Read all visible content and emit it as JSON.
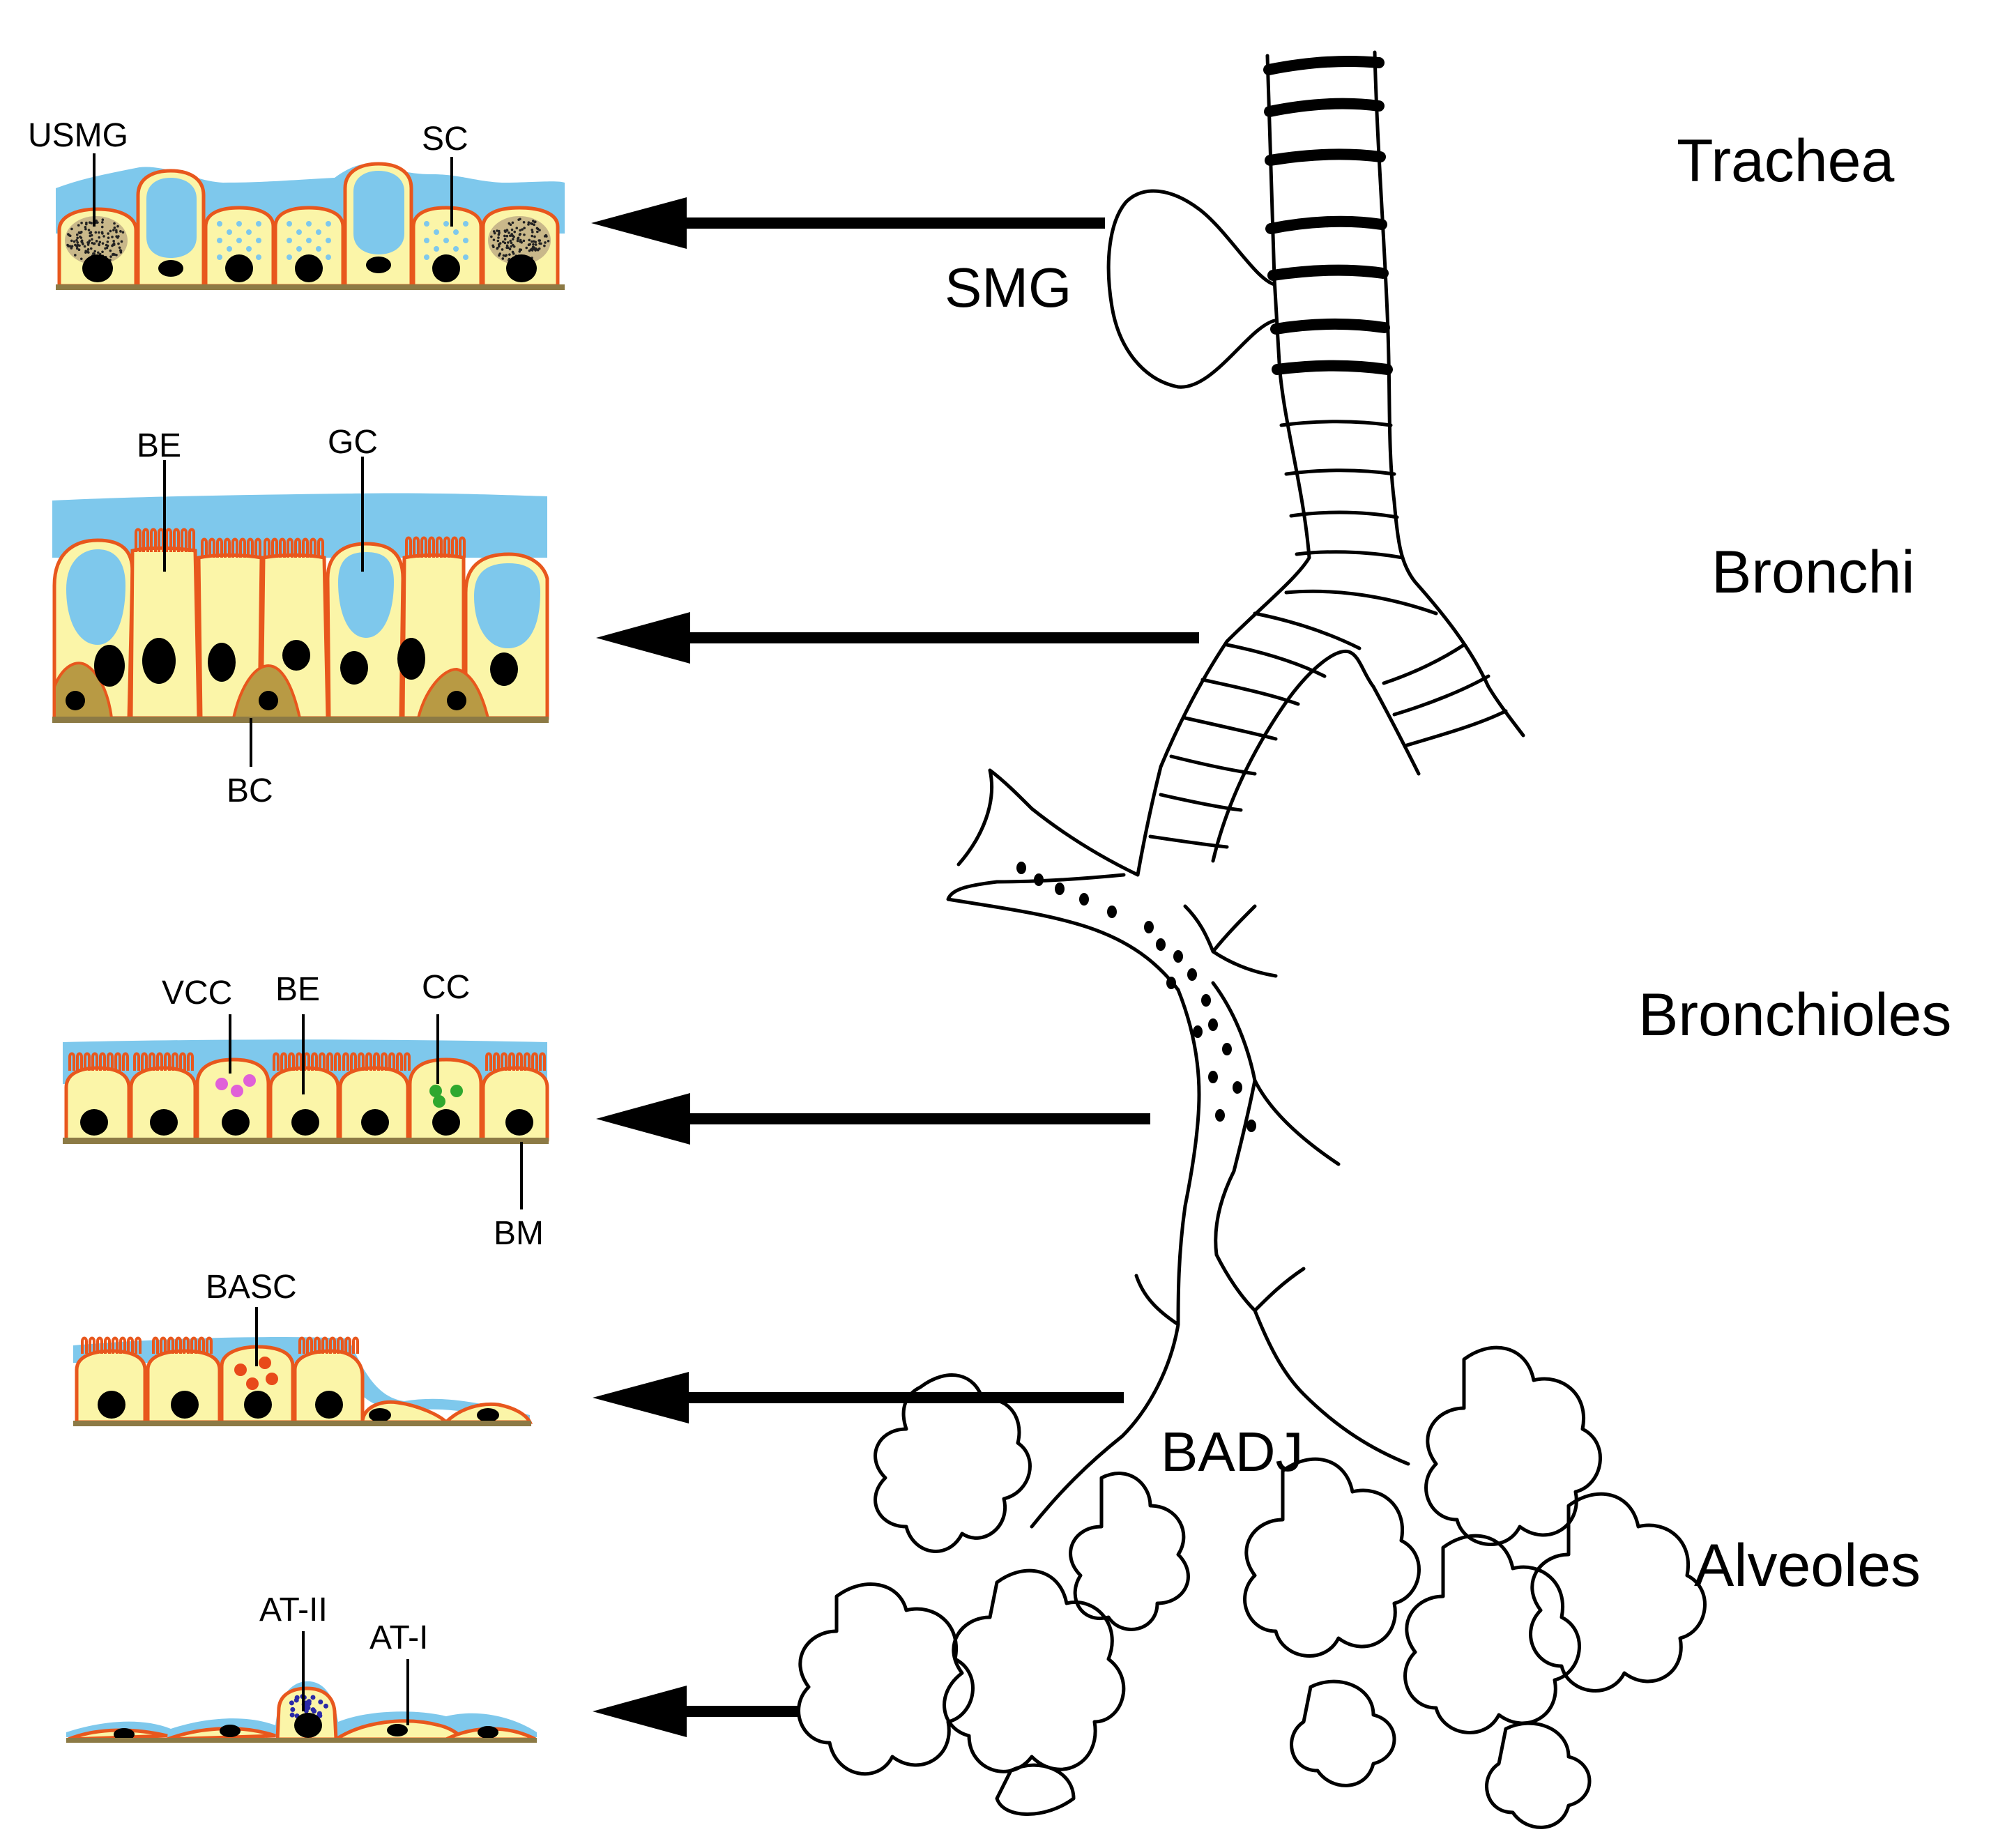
{
  "regions": {
    "trachea": "Trachea",
    "bronchi": "Bronchi",
    "bronchioles": "Bronchioles",
    "alveoles": "Alveoles"
  },
  "structure_labels": {
    "smg": "SMG",
    "badj": "BADJ"
  },
  "cell_labels": {
    "usmg": "USMG",
    "sc": "SC",
    "be_bronchi": "BE",
    "gc": "GC",
    "bc": "BC",
    "vcc": "VCC",
    "be_bronchioles": "BE",
    "cc": "CC",
    "bm": "BM",
    "basc": "BASC",
    "at_ii": "AT-II",
    "at_i": "AT-I"
  },
  "colors": {
    "mucus": "#7ec8ec",
    "cytoplasm": "#fbf5a8",
    "membrane": "#e8571d",
    "basement": "#8c7a45",
    "basal_cell": "#b89a44",
    "nucleus": "#000000",
    "vcc_granule": "#e060d8",
    "cc_granule": "#2fa82f",
    "basc_granule": "#e84a1a",
    "at2_granule": "#2a2aa8"
  }
}
